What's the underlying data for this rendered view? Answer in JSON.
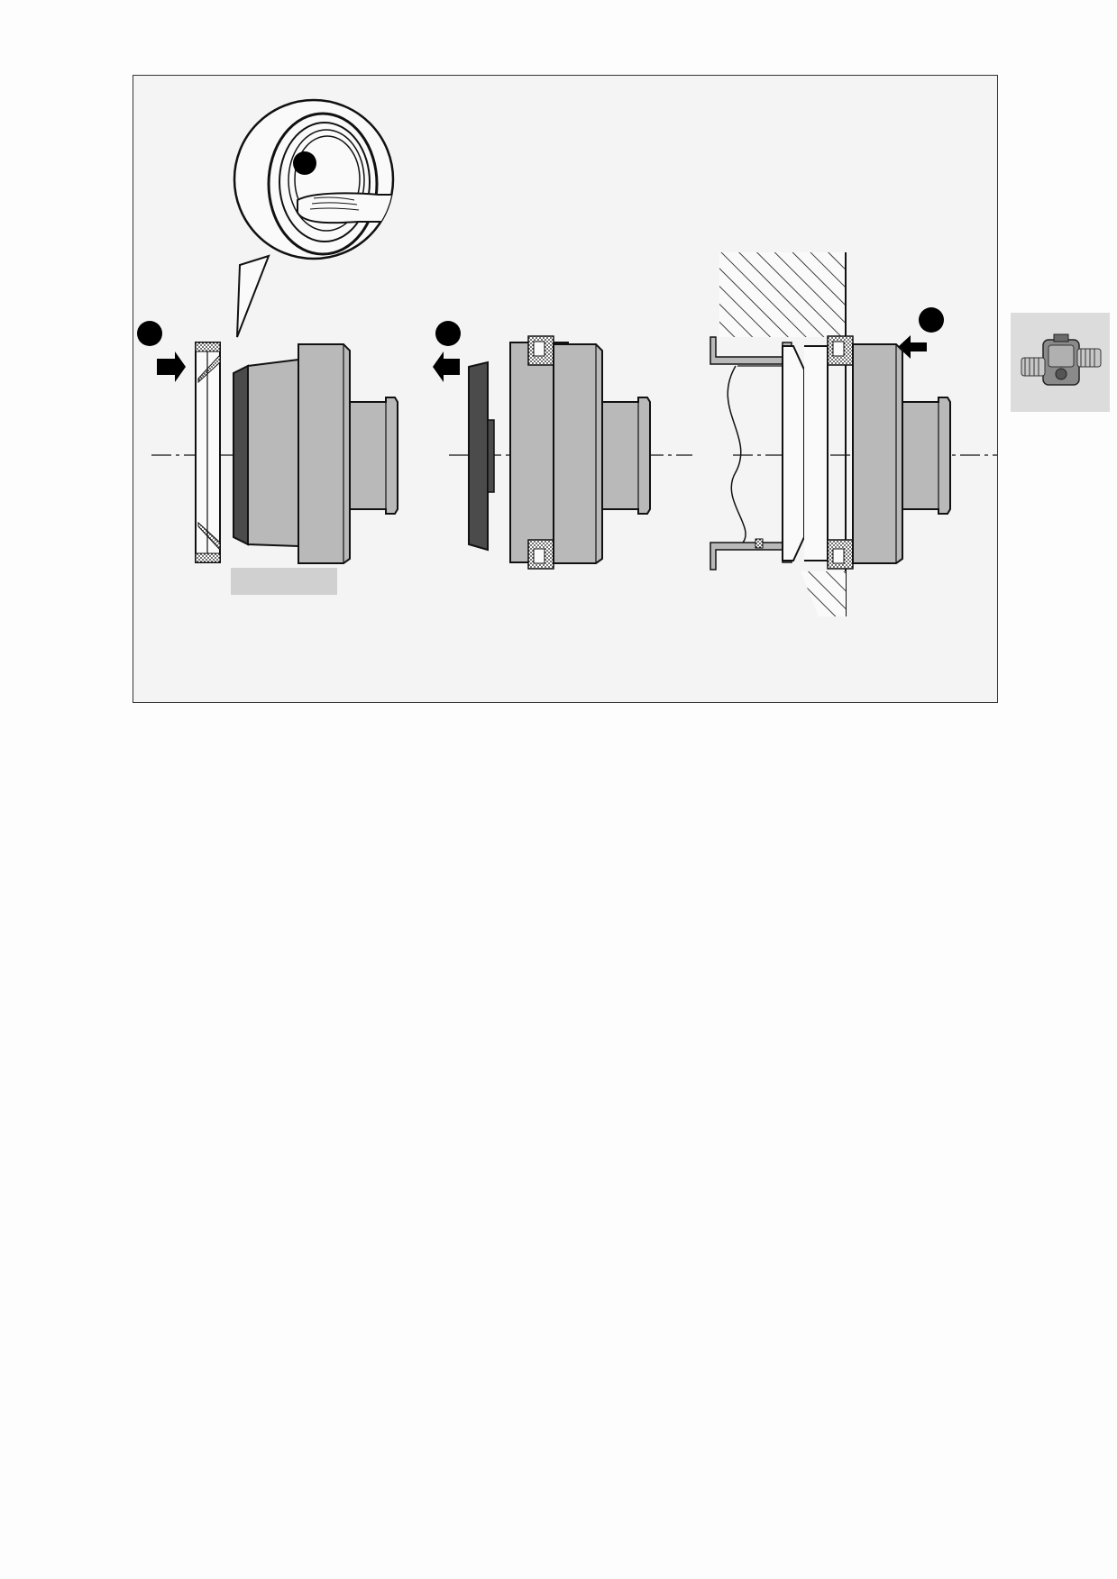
{
  "figure": {
    "callouts": [
      {
        "id": "zoom-callout-bullet",
        "text": ""
      },
      {
        "id": "step1-bullet",
        "text": ""
      },
      {
        "id": "step2-bullet",
        "text": ""
      },
      {
        "id": "step3-bullet",
        "text": ""
      }
    ]
  },
  "section_tab": {
    "icon": "boxer-engine-icon"
  },
  "colors": {
    "part_fill": "#b9b9b9",
    "dark_ring": "#4b4b4b",
    "line": "#111111",
    "background": "#f4f4f4"
  }
}
